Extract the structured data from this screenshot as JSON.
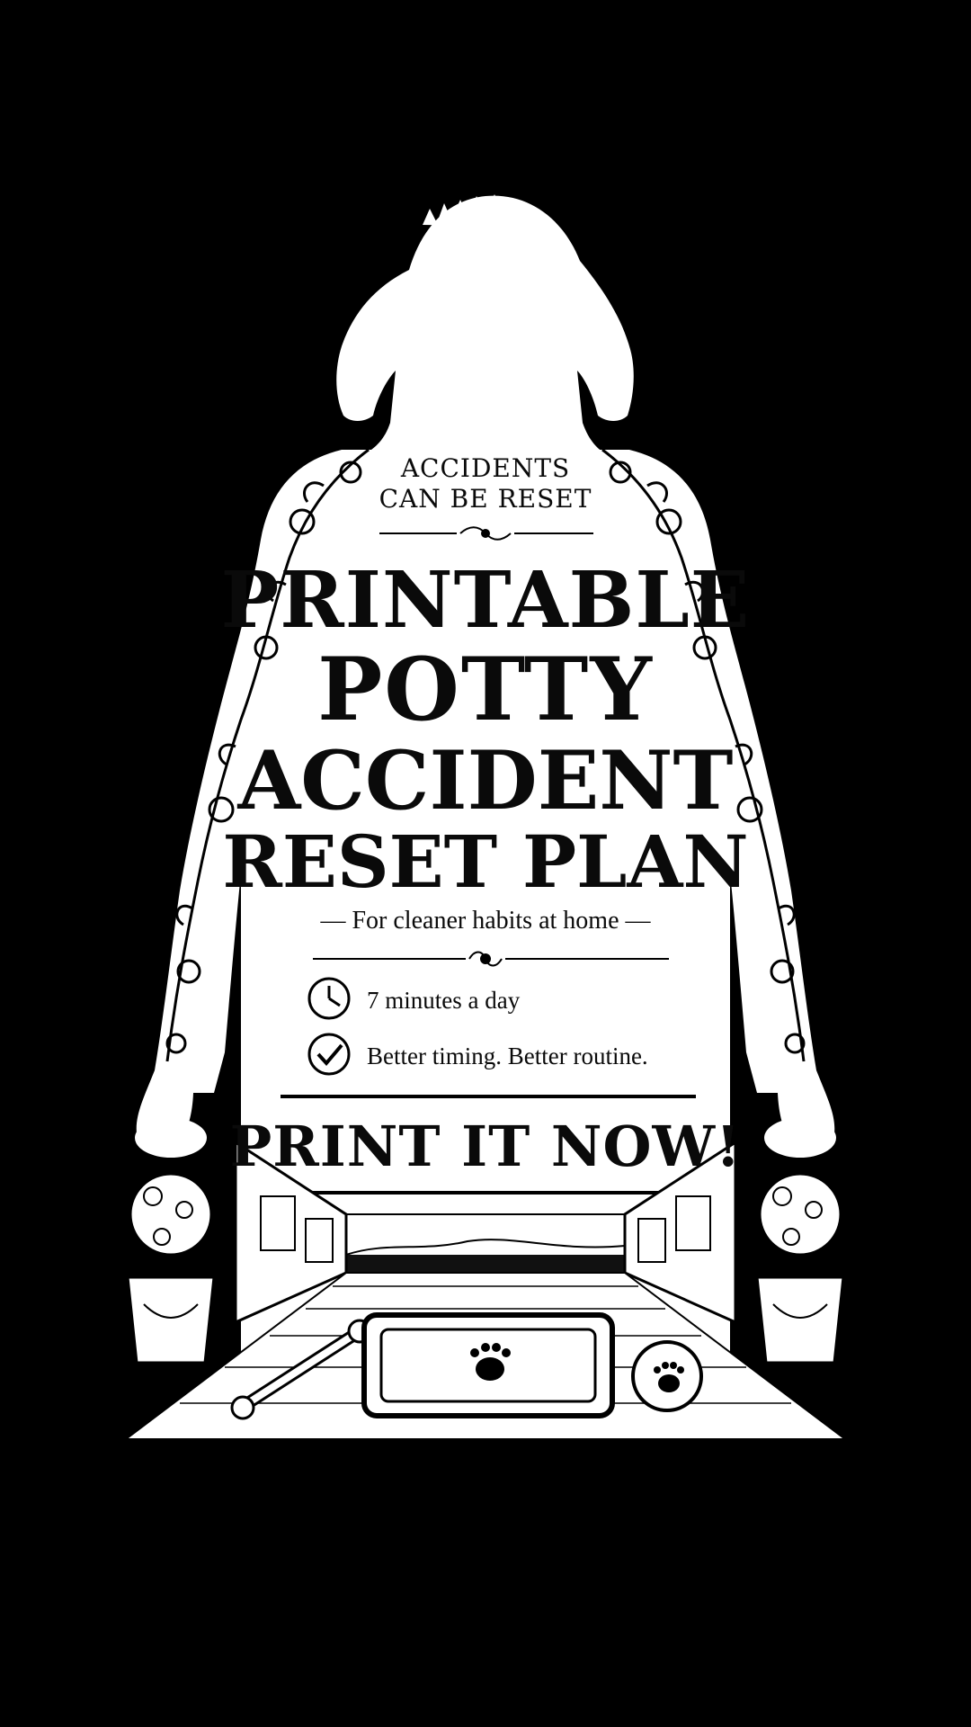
{
  "poster": {
    "tagline_line1": "ACCIDENTS",
    "tagline_line2": "CAN BE RESET",
    "title": [
      "PRINTABLE",
      "POTTY",
      "ACCIDENT",
      "RESET PLAN"
    ],
    "subtitle": "— For cleaner habits at home —",
    "features": [
      {
        "icon": "clock-icon",
        "text": "7 minutes a day"
      },
      {
        "icon": "check-circle-icon",
        "text": "Better timing. Better routine."
      }
    ],
    "cta": "PRINT IT NOW!"
  },
  "colors": {
    "background": "#000000",
    "silhouette": "#ffffff",
    "ink": "#0a0a0a"
  }
}
